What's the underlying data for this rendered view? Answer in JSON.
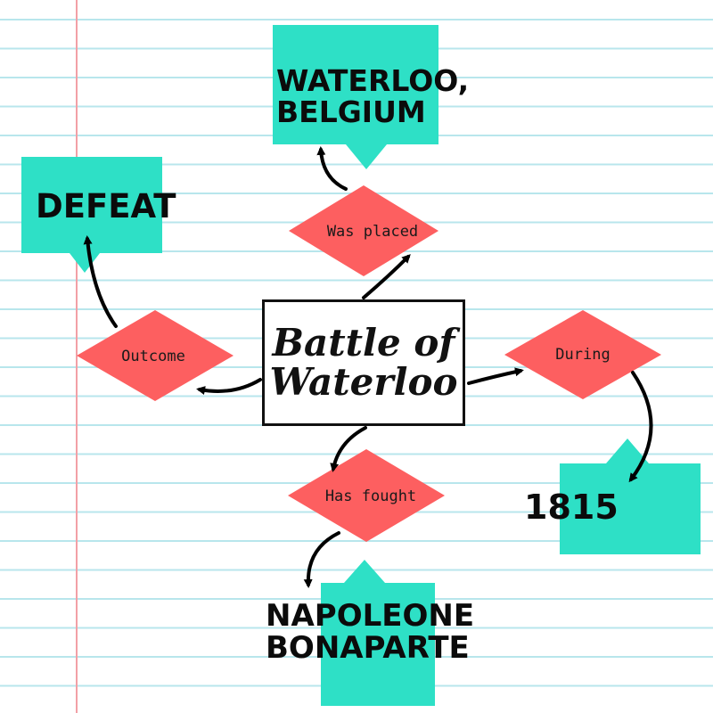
{
  "center": {
    "line1": "Battle of",
    "line2": "Waterloo"
  },
  "relations": {
    "was_placed": "Was placed",
    "outcome": "Outcome",
    "during": "During",
    "has_fought": "Has fought"
  },
  "answers": {
    "place_line1": "WATERLOO,",
    "place_line2": "BELGIUM",
    "outcome": "DEFEAT",
    "year": "1815",
    "fighter_line1": "NAPOLEONE",
    "fighter_line2": "BONAPARTE"
  },
  "colors": {
    "diamond": "#fd5f60",
    "answer_box": "#2ee0c6",
    "notebook_lines": "#b8e6ec",
    "margin_line": "#f2a0a6",
    "ink": "#111111"
  }
}
